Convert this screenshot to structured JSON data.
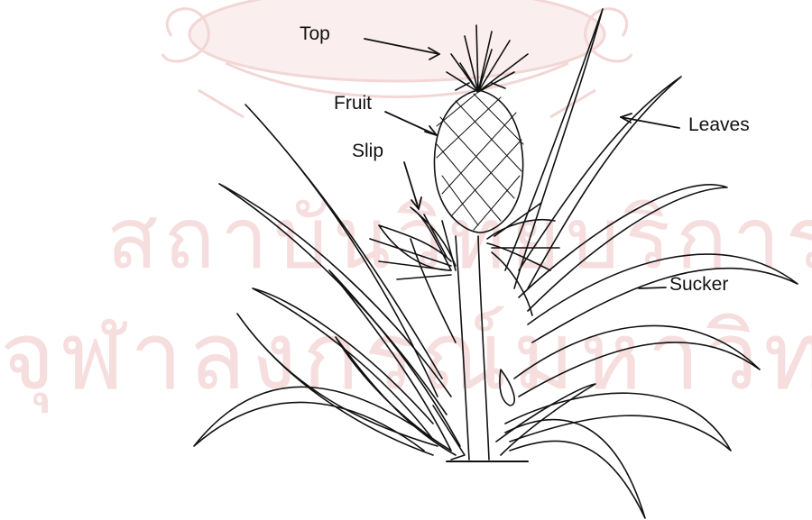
{
  "watermark": {
    "line1": "สถาบันวิทยบริการ",
    "line2": "จุฬาลงกรณ์มหาวิทยาลัย",
    "color": "#f6dede"
  },
  "diagram": {
    "labels": {
      "top": "Top",
      "fruit": "Fruit",
      "slip": "Slip",
      "leaves": "Leaves",
      "sucker": "Sucker"
    },
    "line_color": "#111111"
  }
}
